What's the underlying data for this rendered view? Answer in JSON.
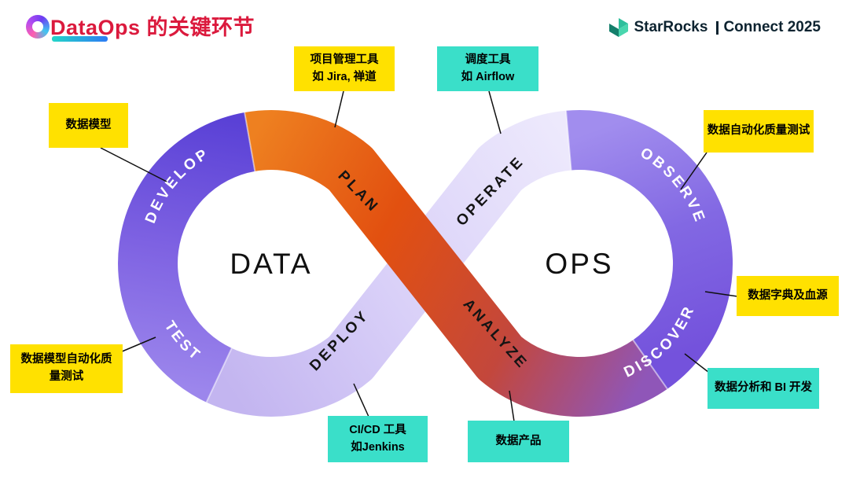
{
  "header": {
    "title": "DataOps 的关键环节",
    "brand": {
      "name": "StarRocks",
      "divider": "|",
      "event": "Connect 2025"
    }
  },
  "loop": {
    "left_word": "DATA",
    "right_word": "OPS",
    "stages": [
      {
        "id": "develop",
        "label": "DEVELOP"
      },
      {
        "id": "plan",
        "label": "PLAN"
      },
      {
        "id": "test",
        "label": "TEST"
      },
      {
        "id": "deploy",
        "label": "DEPLOY"
      },
      {
        "id": "operate",
        "label": "OPERATE"
      },
      {
        "id": "observe",
        "label": "OBSERVE"
      },
      {
        "id": "analyze",
        "label": "ANALYZE"
      },
      {
        "id": "discover",
        "label": "DISCOVER"
      }
    ]
  },
  "callouts": [
    {
      "id": "data-model",
      "color": "yellow",
      "line1": "数据模型"
    },
    {
      "id": "project-mgmt-tools",
      "color": "yellow",
      "line1": "项目管理工具",
      "line2": "如 Jira, 禅道"
    },
    {
      "id": "scheduler-tools",
      "color": "teal",
      "line1": "调度工具",
      "line2": "如 Airflow"
    },
    {
      "id": "auto-quality-test",
      "color": "yellow",
      "line1": "数据自动化质量测试"
    },
    {
      "id": "data-dictionary",
      "color": "yellow",
      "line1": "数据字典及血源"
    },
    {
      "id": "bi-development",
      "color": "teal",
      "line1": "数据分析和 BI 开发"
    },
    {
      "id": "data-product",
      "color": "teal",
      "line1": "数据产品"
    },
    {
      "id": "cicd-tools",
      "color": "teal",
      "line1": "CI/CD 工具",
      "line2": "如Jenkins"
    },
    {
      "id": "model-quality-test",
      "color": "yellow",
      "line1": "数据模型自动化质",
      "line2": "量测试"
    }
  ],
  "colors": {
    "title_red": "#DB1A3D",
    "callout_yellow": "#FFE100",
    "callout_teal": "#3ADFC9",
    "loop_purple_dark": "#5B41D6",
    "loop_purple_mid": "#7E62E2",
    "loop_lavender": "#D9D0F8",
    "loop_orange": "#E2500F",
    "brand_dark": "#0D2330"
  }
}
